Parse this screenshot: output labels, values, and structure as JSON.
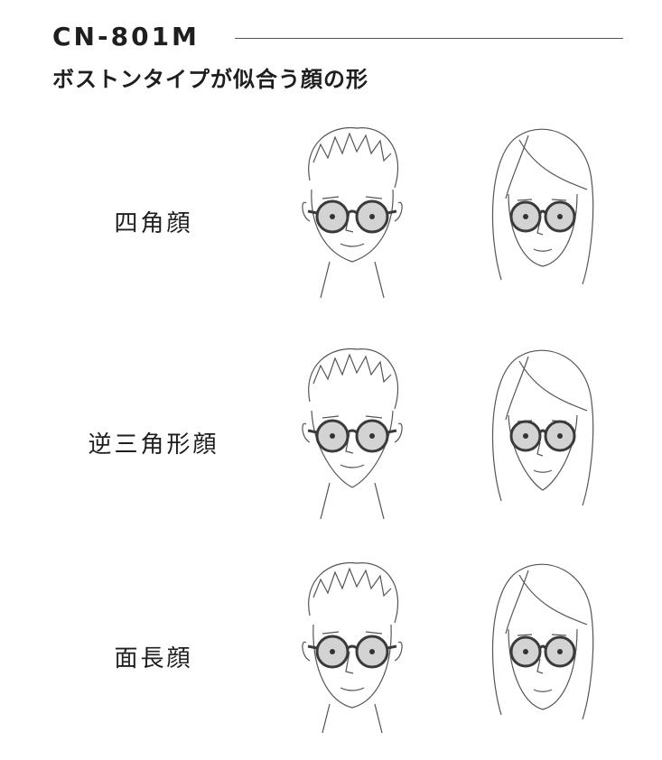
{
  "header": {
    "model": "CN-801M",
    "subtitle": "ボストンタイプが似合う顔の形"
  },
  "rows": [
    {
      "label": "四角顔"
    },
    {
      "label": "逆三角形顔"
    },
    {
      "label": "面長顔"
    }
  ],
  "colors": {
    "lens": "#c8c8c8",
    "frame": "#3a3a3a",
    "line": "#555555"
  },
  "icons": [
    "male-face-illustration",
    "female-face-illustration"
  ]
}
